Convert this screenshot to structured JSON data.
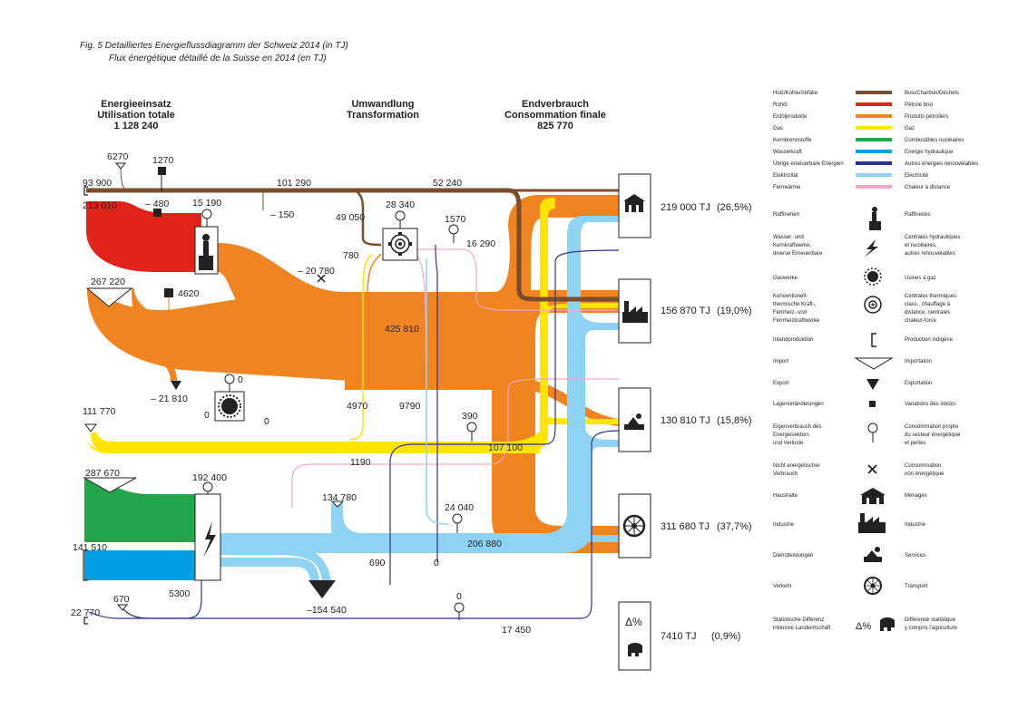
{
  "figure": {
    "title_de": "Fig. 5   Detailliertes Energieflussdiagramm der Schweiz 2014 (in TJ)",
    "title_fr": "Flux énergétique détaillé de la Suisse en 2014 (en TJ)"
  },
  "headers": {
    "input_de": "Energieeinsatz",
    "input_fr": "Utilisation totale",
    "input_total": "1 128 240",
    "transform_de": "Umwandlung",
    "transform_fr": "Transformation",
    "final_de": "Endverbrauch",
    "final_fr": "Consommation finale",
    "final_total": "825 770"
  },
  "carrier_legend": [
    {
      "de": "Holz/Kohle/Abfälle",
      "fr": "Bois/Charbon/Déchets",
      "color": "#7a4e2d"
    },
    {
      "de": "Rohöl",
      "fr": "Pétrole brut",
      "color": "#e2231a"
    },
    {
      "de": "Erdölprodukte",
      "fr": "Produits pétroliers",
      "color": "#f08420"
    },
    {
      "de": "Gas",
      "fr": "Gaz",
      "color": "#ffe500"
    },
    {
      "de": "Kernbrennstoffe",
      "fr": "Combustibles nucléaires",
      "color": "#21a64c"
    },
    {
      "de": "Wasserkraft",
      "fr": "Energie hydraulique",
      "color": "#009fe3"
    },
    {
      "de": "Übrige erneuerbare Energien",
      "fr": "Autres énergies renouvelables",
      "color": "#2e3192"
    },
    {
      "de": "Elektrizität",
      "fr": "Electricité",
      "color": "#8fd3f4"
    },
    {
      "de": "Fernwärme",
      "fr": "Chaleur à distance",
      "color": "#f4a7c9"
    }
  ],
  "symbol_legend": [
    {
      "de": "Raffinerien",
      "fr": "Raffineries",
      "icon": "refinery-icon"
    },
    {
      "de": "Wasser- und Kernkraftwerke, diverse Erneuerbare",
      "fr": "Centrales hydrauliques et nucléaires, autres renouvelables",
      "icon": "lightning-icon"
    },
    {
      "de": "Gaswerke",
      "fr": "Usines à gaz",
      "icon": "gasworks-icon"
    },
    {
      "de": "Konventionell-thermische Kraft-, Fernheiz- und Fernheizkraftwerke",
      "fr": "Centrales thermiques class., chauffage à distance, centrales chaleur-force",
      "icon": "thermal-plant-icon"
    },
    {
      "de": "Inlandproduktion",
      "fr": "Production indigène",
      "icon": "bracket-icon"
    },
    {
      "de": "Import",
      "fr": "Importation",
      "icon": "import-icon"
    },
    {
      "de": "Export",
      "fr": "Exportation",
      "icon": "export-icon"
    },
    {
      "de": "Lagerveränderungen",
      "fr": "Variations des stocks",
      "icon": "square-icon"
    },
    {
      "de": "Eigenverbrauch des Energiesektors und Verluste",
      "fr": "Consommation propre du secteur énergétique et pertes",
      "icon": "pin-icon"
    },
    {
      "de": "Nicht energetischer Verbrauch",
      "fr": "Consommation non énergétique",
      "icon": "cross-icon"
    },
    {
      "de": "Haushalte",
      "fr": "Ménages",
      "icon": "house-icon"
    },
    {
      "de": "Industrie",
      "fr": "Industrie",
      "icon": "factory-icon"
    },
    {
      "de": "Dienstleistungen",
      "fr": "Services",
      "icon": "services-icon"
    },
    {
      "de": "Verkehr",
      "fr": "Transport",
      "icon": "wheel-icon"
    },
    {
      "de": "Statistische Differenz inklusive Landwirtschaft",
      "fr": "Différence statistique y compris l'agriculture",
      "icon": "delta-cow-icon"
    }
  ],
  "sectors": [
    {
      "name": "Haushalte",
      "value": "219 000 TJ",
      "share": "(26,5%)",
      "icon": "house-icon"
    },
    {
      "name": "Industrie",
      "value": "156 870 TJ",
      "share": "(19,0%)",
      "icon": "factory-icon"
    },
    {
      "name": "Dienstleistungen",
      "value": "130 810 TJ",
      "share": "(15,8%)",
      "icon": "services-icon"
    },
    {
      "name": "Verkehr",
      "value": "311 680 TJ",
      "share": "(37,7%)",
      "icon": "wheel-icon"
    },
    {
      "name": "Statistische Differenz",
      "value": "7410 TJ",
      "share": "(0,9%)",
      "icon": "delta-cow-icon"
    }
  ],
  "flow_labels": {
    "wood_import": "6270",
    "wood_stock": "1270",
    "wood_domestic": "93 900",
    "wood_main": "101 290",
    "wood_households": "52 240",
    "wood_minus150": "– 150",
    "crude_import": "213 010",
    "crude_stock": "– 480",
    "refinery_own_use": "15 190",
    "thermal_own_use": "28 340",
    "wood_to_thermal": "49 050",
    "elec_own_use_1": "1570",
    "dh_16290": "16 290",
    "oil_to_thermal": "780",
    "non_energy": "– 20 780",
    "oil_import": "267 220",
    "oil_stock": "4620",
    "oil_main": "425 810",
    "oil_export": "– 21 810",
    "gasworks_own": "0",
    "gasworks_0a": "0",
    "gasworks_in": "0",
    "gasworks_out": "0",
    "gas_to_thermal": "4970",
    "thermal_elec": "9790",
    "gas_own_use": "390",
    "gas_import": "111 770",
    "gas_main": "107 100",
    "dh_1190": "1190",
    "nuclear": "287 670",
    "plant_own_use": "192 400",
    "elec_import": "134 780",
    "elec_own_use_2": "24 040",
    "hydro": "141 510",
    "elec_main": "206 880",
    "renew_690": "690",
    "renew_0": "0",
    "renew_670": "670",
    "renew_5300": "5300",
    "elec_export": "–154 540",
    "renew_domestic": "22 770",
    "renew_own": "0",
    "renew_final": "17 450"
  }
}
